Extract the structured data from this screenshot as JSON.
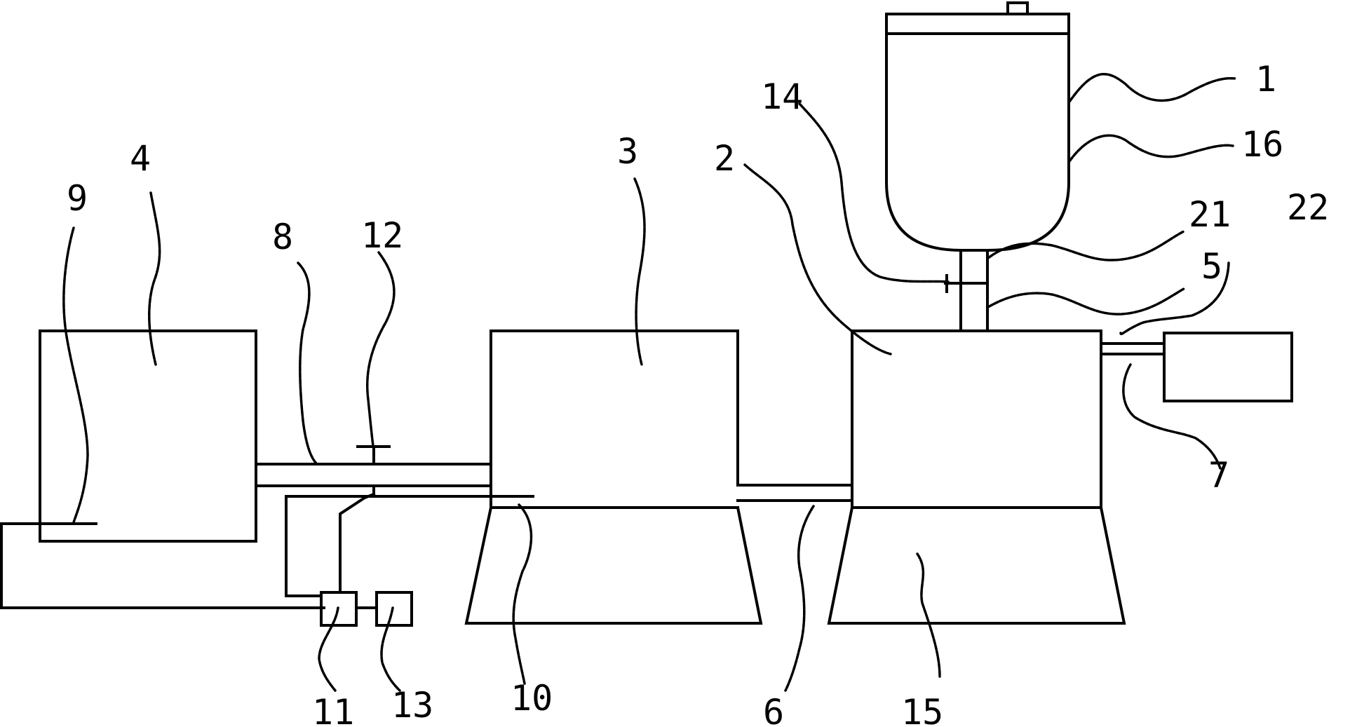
{
  "labels": {
    "l1": "1",
    "l2": "2",
    "l3": "3",
    "l4": "4",
    "l5": "5",
    "l6": "6",
    "l7": "7",
    "l8": "8",
    "l9": "9",
    "l10": "10",
    "l11": "11",
    "l12": "12",
    "l13": "13",
    "l14": "14",
    "l15": "15",
    "l16": "16",
    "l21": "21",
    "l22": "22"
  },
  "colors": {
    "line": "#000000",
    "background": "#ffffff"
  }
}
